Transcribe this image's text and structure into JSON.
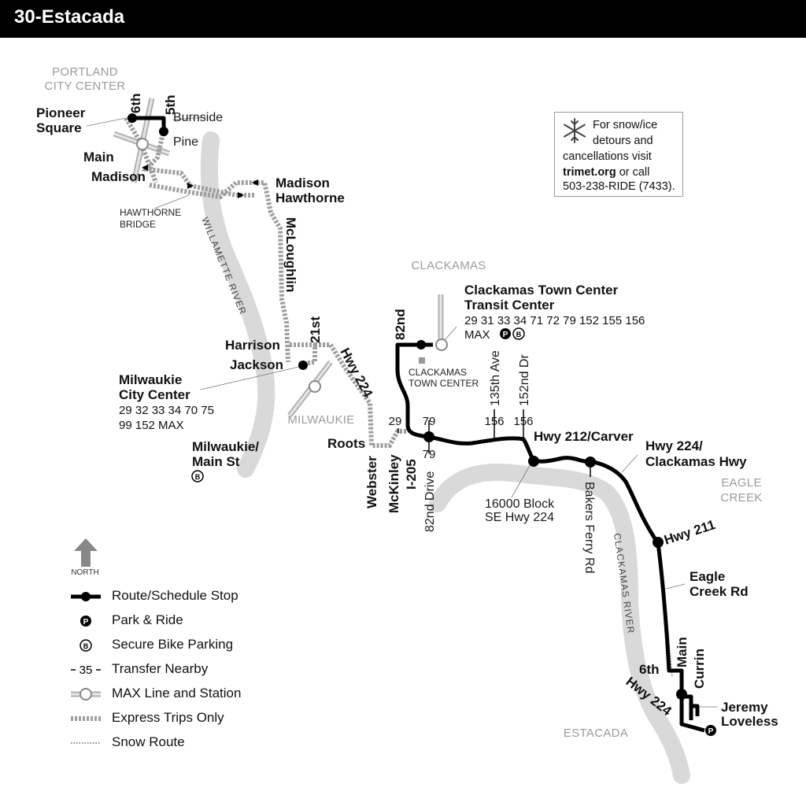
{
  "header": {
    "title": "30-Estacada"
  },
  "areas": {
    "portland": [
      "PORTLAND",
      "CITY CENTER"
    ],
    "clackamas": "CLACKAMAS",
    "milwaukie": "MILWAUKIE",
    "eagle_creek": [
      "EAGLE",
      "CREEK"
    ],
    "estacada": "ESTACADA"
  },
  "rivers": {
    "willamette": "WILLAMETTE RIVER",
    "clackamas": "CLACKAMAS RIVER"
  },
  "streets": {
    "sixth_top": "6th",
    "fifth": "5th",
    "burnside": "Burnside",
    "pine": "Pine",
    "main": "Main",
    "madison": "Madison",
    "hawthorne_bridge": [
      "HAWTHORNE",
      "BRIDGE"
    ],
    "mcloughlin": "McLoughlin",
    "twentyfirst": "21st",
    "harrison": "Harrison",
    "jackson": "Jackson",
    "hwy224_diag": "Hwy 224",
    "roots": "Roots",
    "webster": "Webster",
    "mckinley": "McKinley",
    "i205": "I-205",
    "eighty_second": "82nd",
    "eighty_second_drive": "82nd Drive",
    "one35": "135th Ave",
    "one52": "152nd Dr",
    "bakers_ferry": "Bakers Ferry Rd",
    "main_estacada": "Main",
    "sixth_estacada": "6th",
    "currin": "Currin",
    "hwy224_bottom": "Hwy 224"
  },
  "stops": {
    "pioneer_square": [
      "Pioneer",
      "Square"
    ],
    "madison_hawthorne": [
      "Madison",
      "Hawthorne"
    ],
    "milwaukie_city_center": {
      "name": [
        "Milwaukie",
        "City Center"
      ],
      "routes": [
        "29 32 33 34 70 75",
        "99 152 MAX"
      ]
    },
    "milwaukie_main": [
      "Milwaukie/",
      "Main St"
    ],
    "clackamas_tc": {
      "name": [
        "Clackamas Town Center",
        "Transit Center"
      ],
      "routes": "29 31 33 34 71 72 79 152 155 156",
      "max": "MAX"
    },
    "clackamas_town_center_small": [
      "CLACKAMAS",
      "TOWN CENTER"
    ],
    "hwy212_carver": "Hwy 212/Carver",
    "block16000": [
      "16000 Block",
      "SE Hwy 224"
    ],
    "hwy224_clackamas": [
      "Hwy 224/",
      "Clackamas Hwy"
    ],
    "hwy211": "Hwy 211",
    "eagle_creek_rd": [
      "Eagle",
      "Creek Rd"
    ],
    "jeremy_loveless": [
      "Jeremy",
      "Loveless"
    ]
  },
  "transfers": {
    "t29": "29",
    "t79a": "79",
    "t79b": "79",
    "t156a": "156",
    "t156b": "156"
  },
  "snow_box": {
    "line1": "For snow/ice",
    "line2": "detours and",
    "line3": "cancellations visit",
    "link": "trimet.org",
    "line4_rest": " or call",
    "phone": "503-238-RIDE (7433)."
  },
  "legend": {
    "north": "NORTH",
    "items": [
      "Route/Schedule Stop",
      "Park & Ride",
      "Secure Bike Parking",
      "Transfer Nearby",
      "MAX Line and Station",
      "Express Trips Only",
      "Snow Route"
    ],
    "transfer_symbol": "35"
  },
  "icons": {
    "park_ride": "P",
    "bike": "B"
  },
  "colors": {
    "route": "#000000",
    "express": "#9e9e9e",
    "river": "#d9d9d9",
    "max": "#b5b5b5"
  }
}
